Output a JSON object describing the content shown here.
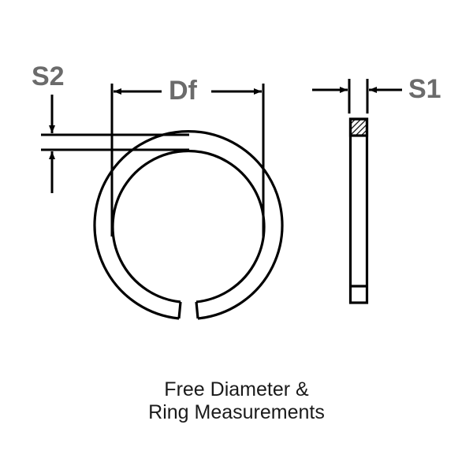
{
  "diagram": {
    "labels": {
      "s2": "S2",
      "df": "Df",
      "s1": "S1"
    },
    "caption": {
      "line1": "Free Diameter &",
      "line2": "Ring Measurements"
    },
    "colors": {
      "stroke": "#000000",
      "label": "#6b6b6b",
      "caption": "#1a1a1a",
      "background": "#ffffff"
    }
  }
}
